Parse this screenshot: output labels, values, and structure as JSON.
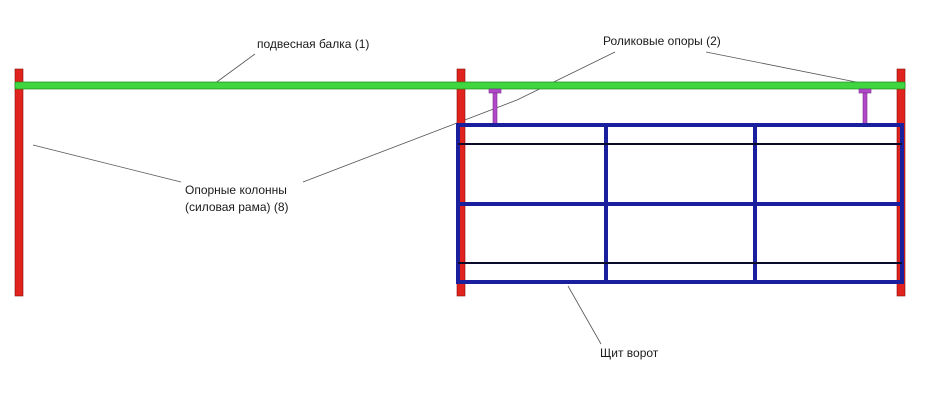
{
  "labels": {
    "beam": "подвесная балка (1)",
    "rollers": "Роликовые опоры (2)",
    "columns_line1": "Опорные колонны",
    "columns_line2": "(силовая рама) (8)",
    "gate_panel": "Щит ворот"
  },
  "colors": {
    "beam": "#3fd63f",
    "column": "#e0231d",
    "gate_frame": "#1a1f9e",
    "gate_rails": "#0a0a2a",
    "roller": "#b04ac8",
    "leader": "#555555"
  }
}
